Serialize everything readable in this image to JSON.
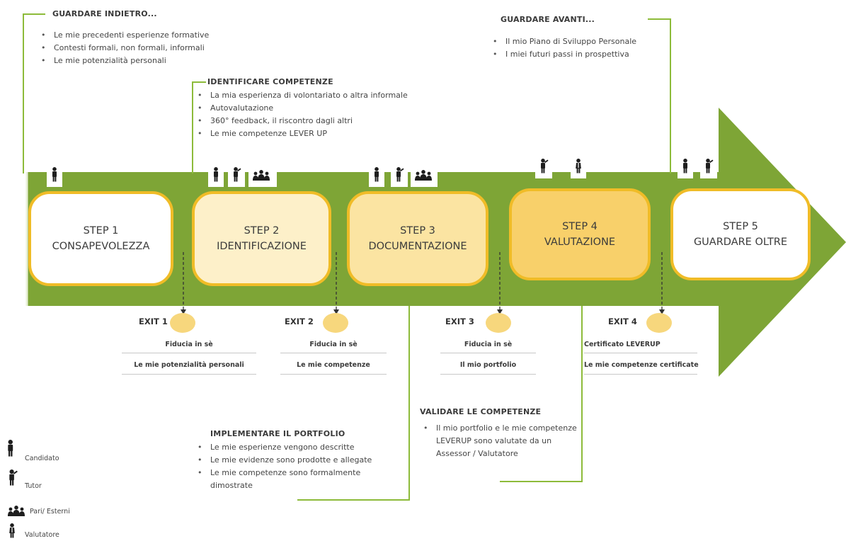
{
  "sections": {
    "guardare_indietro": {
      "title": "GUARDARE INDIETRO...",
      "bullets": [
        "Le mie precedenti esperienze formative",
        "Contesti formali, non formali, informali",
        "Le mie potenzialità personali"
      ]
    },
    "identificare": {
      "title": "IDENTIFICARE COMPETENZE",
      "bullets": [
        "La mia esperienza di volontariato o altra informale",
        "Autovalutazione",
        "360° feedback, il riscontro dagli altri",
        "Le mie competenze LEVER UP"
      ]
    },
    "guardare_avanti": {
      "title": "GUARDARE AVANTI...",
      "bullets": [
        "Il mio Piano di Sviluppo Personale",
        "I miei futuri passi in prospettiva"
      ]
    },
    "implementare": {
      "title": "IMPLEMENTARE IL PORTFOLIO",
      "bullets": [
        "Le mie esperienze vengono descritte",
        "Le mie evidenze sono prodotte e allegate",
        "Le mie competenze sono formalmente dimostrate"
      ]
    },
    "validare": {
      "title": "VALIDARE LE COMPETENZE",
      "bullets": [
        "Il mio portfolio e le mie competenze LEVERUP sono valutate da un Assessor / Valutatore"
      ]
    }
  },
  "steps": [
    {
      "line1": "STEP 1",
      "line2": "CONSAPEVOLEZZA",
      "fill": "#ffffff"
    },
    {
      "line1": "STEP 2",
      "line2": "IDENTIFICAZIONE",
      "fill": "#fdf0c9"
    },
    {
      "line1": "STEP 3",
      "line2": "DOCUMENTAZIONE",
      "fill": "#fbe4a2"
    },
    {
      "line1": "STEP 4",
      "line2": "VALUTAZIONE",
      "fill": "#f8d06a"
    },
    {
      "line1": "STEP 5",
      "line2": "GUARDARE OLTRE",
      "fill": "#ffffff"
    }
  ],
  "exits": [
    {
      "label": "EXIT 1",
      "row1": "Fiducia in sè",
      "row2": "Le mie potenzialità personali"
    },
    {
      "label": "EXIT 2",
      "row1": "Fiducia in sè",
      "row2": "Le mie competenze"
    },
    {
      "label": "EXIT 3",
      "row1": "Fiducia in sè",
      "row2": "Il mio portfolio"
    },
    {
      "label": "EXIT 4",
      "row1": "Certificato LEVERUP",
      "row2": "Le mie competenze certificate"
    }
  ],
  "legend": [
    {
      "icon": "candidate-icon",
      "label": "Candidato"
    },
    {
      "icon": "tutor-icon",
      "label": "Tutor"
    },
    {
      "icon": "peers-icon",
      "label": "Pari/ Esterni"
    },
    {
      "icon": "assessor-icon",
      "label": "Valutatore"
    }
  ],
  "colors": {
    "arrow_green": "#7ea536",
    "line_green": "#8dbb3a",
    "step_border": "#f0bc27",
    "exit_dot": "#f7d77d"
  }
}
